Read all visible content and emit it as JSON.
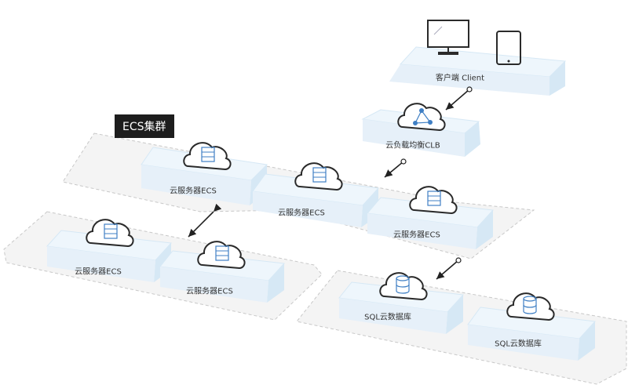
{
  "cluster_tag": "ECS集群",
  "client": {
    "label": "客户端 Client",
    "icons": [
      "monitor-icon",
      "tablet-icon"
    ]
  },
  "clb": {
    "label": "云负载均衡CLB",
    "icon": "network-icon"
  },
  "ecs": [
    {
      "label": "云服务器ECS"
    },
    {
      "label": "云服务器ECS"
    },
    {
      "label": "云服务器ECS"
    },
    {
      "label": "云服务器ECS"
    },
    {
      "label": "云服务器ECS"
    }
  ],
  "sql": [
    {
      "label": "SQL云数据库"
    },
    {
      "label": "SQL云数据库"
    }
  ],
  "colors": {
    "card_top": "#eef6fc",
    "card_side": "#d6e8f5",
    "zone_fill": "#f4f4f4",
    "zone_border": "#c8c8c8",
    "cloud_stroke": "#2a2a2a",
    "icon_blue": "#3f7fc4",
    "connector": "#222222"
  }
}
